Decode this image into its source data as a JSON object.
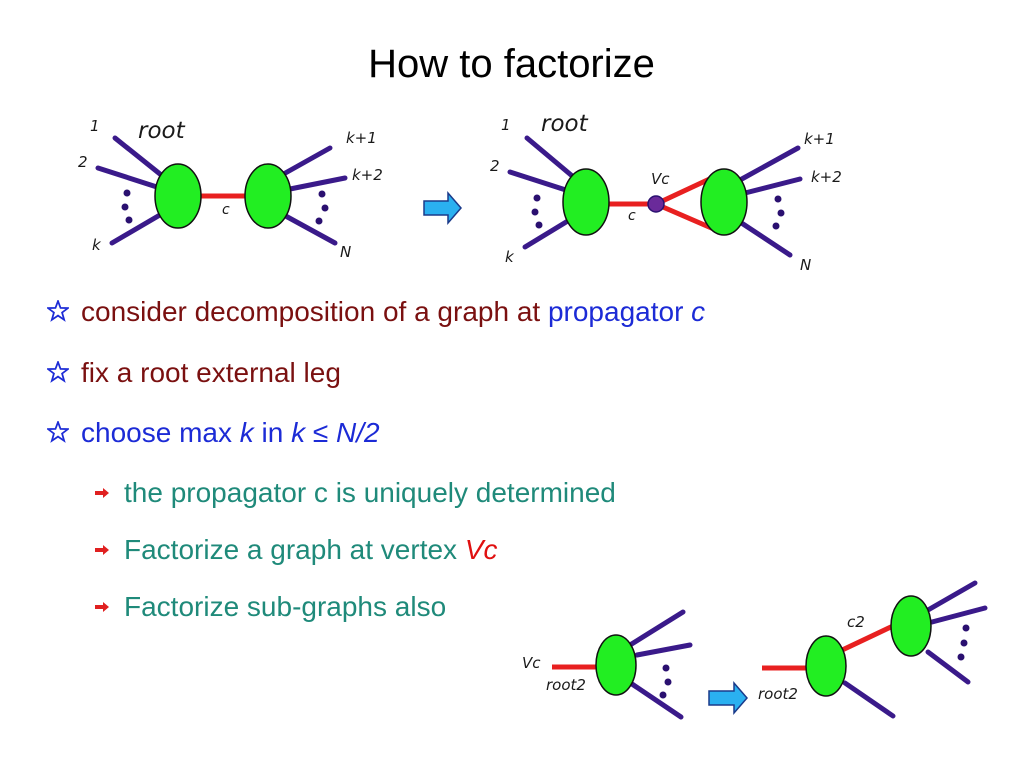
{
  "title": "How to factorize",
  "diagram_top_left": {
    "leg1": "1",
    "leg2": "2",
    "legk": "k",
    "root": "root",
    "legk1": "k+1",
    "legk2": "k+2",
    "legN": "N",
    "prop": "c"
  },
  "diagram_top_right": {
    "leg1": "1",
    "leg2": "2",
    "legk": "k",
    "root": "root",
    "legk1": "k+1",
    "legk2": "k+2",
    "legN": "N",
    "prop": "c",
    "vertex": "Vc"
  },
  "diagram_bottom_left": {
    "vc": "Vc",
    "root2": "root2"
  },
  "diagram_bottom_right": {
    "root2": "root2",
    "c2": "c2"
  },
  "bullets": [
    {
      "text": "consider decomposition of a graph at ",
      "highlight": "propagator ",
      "var": "c"
    },
    {
      "text": "fix a root external leg"
    },
    {
      "text1": "choose max ",
      "var1": "k",
      "text2": " in ",
      "var2": "k",
      "text3": " ≤ ",
      "var3": "N/2"
    }
  ],
  "subbullets": [
    {
      "text": "the propagator c is uniquely determined"
    },
    {
      "text": "Factorize a graph at vertex ",
      "var": "Vc"
    },
    {
      "text": "Factorize sub-graphs also"
    }
  ],
  "colors": {
    "title": "#000000",
    "level1_red": "#7a1010",
    "level1_blue": "#1c2bd6",
    "level2_teal": "#1f8a7a",
    "vertex_red": "#e01010",
    "node_green": "#22ee22",
    "edge_red": "#e82020",
    "leg_purple": "#3a1a8a",
    "arrow_cyan": "#2ab0f0"
  }
}
